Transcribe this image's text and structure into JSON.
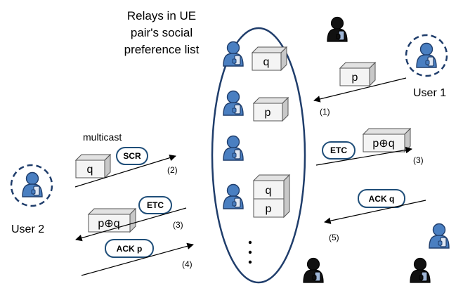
{
  "relay_title": [
    "Relays in UE",
    "pair's social",
    "preference list"
  ],
  "user1_label": "User 1",
  "user2_label": "User 2",
  "multicast_label": "multicast",
  "relay_packets": {
    "r1": "q",
    "r2": "p",
    "r4_top": "q",
    "r4_bottom": "p"
  },
  "user1_packet": "p",
  "left_out_packet": "q",
  "xor_packet": "p⊕q",
  "tags": {
    "scr": "SCR",
    "etc": "ETC",
    "ack_q": "ACK q",
    "ack_p": "ACK p"
  },
  "steps": {
    "s1": "(1)",
    "s2": "(2)",
    "s3_left": "(3)",
    "s3_right": "(3)",
    "s4": "(4)",
    "s5": "(5)"
  },
  "ellipsis": "⋮",
  "colors": {
    "user_blue": "#4a7fc1",
    "user_outline": "#1f3d6b",
    "dark_user": "#111111",
    "pill_border": "#1f4e79",
    "box_fill": "#f2f2f2"
  }
}
